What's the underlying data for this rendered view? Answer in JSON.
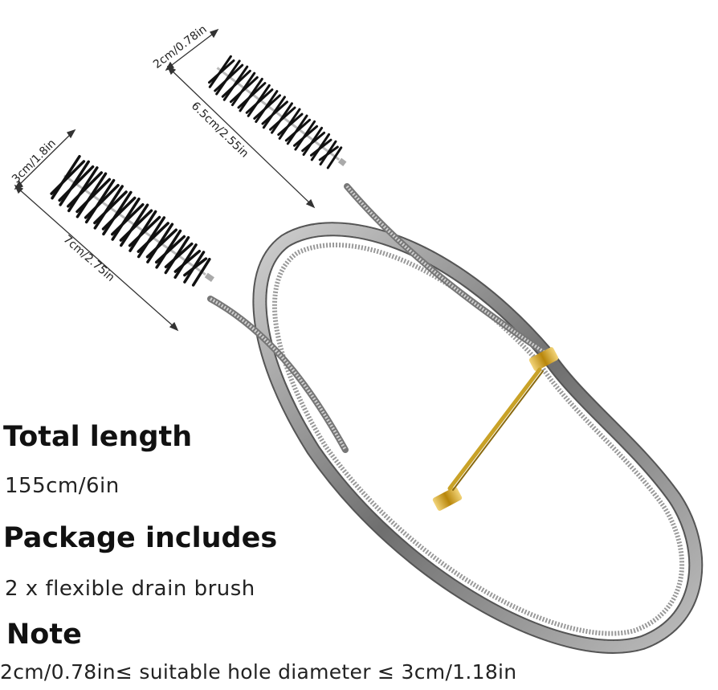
{
  "dimensions": {
    "small_brush_width": "2cm/0.78in",
    "small_brush_length": "6.5cm/2.55in",
    "large_brush_width": "3cm/1.8in",
    "large_brush_length": "7cm/2.75in"
  },
  "specs": {
    "total_length_heading": "Total length",
    "total_length_value": "155cm/6in",
    "package_heading": "Package includes",
    "package_value": "2 x flexible drain brush",
    "note_heading": "Note",
    "note_value": "2cm/0.78in≤ suitable hole diameter ≤ 3cm/1.18in"
  },
  "colors": {
    "bristle": "#111111",
    "wire": "#8a8a8a",
    "clip": "#c9a227"
  }
}
